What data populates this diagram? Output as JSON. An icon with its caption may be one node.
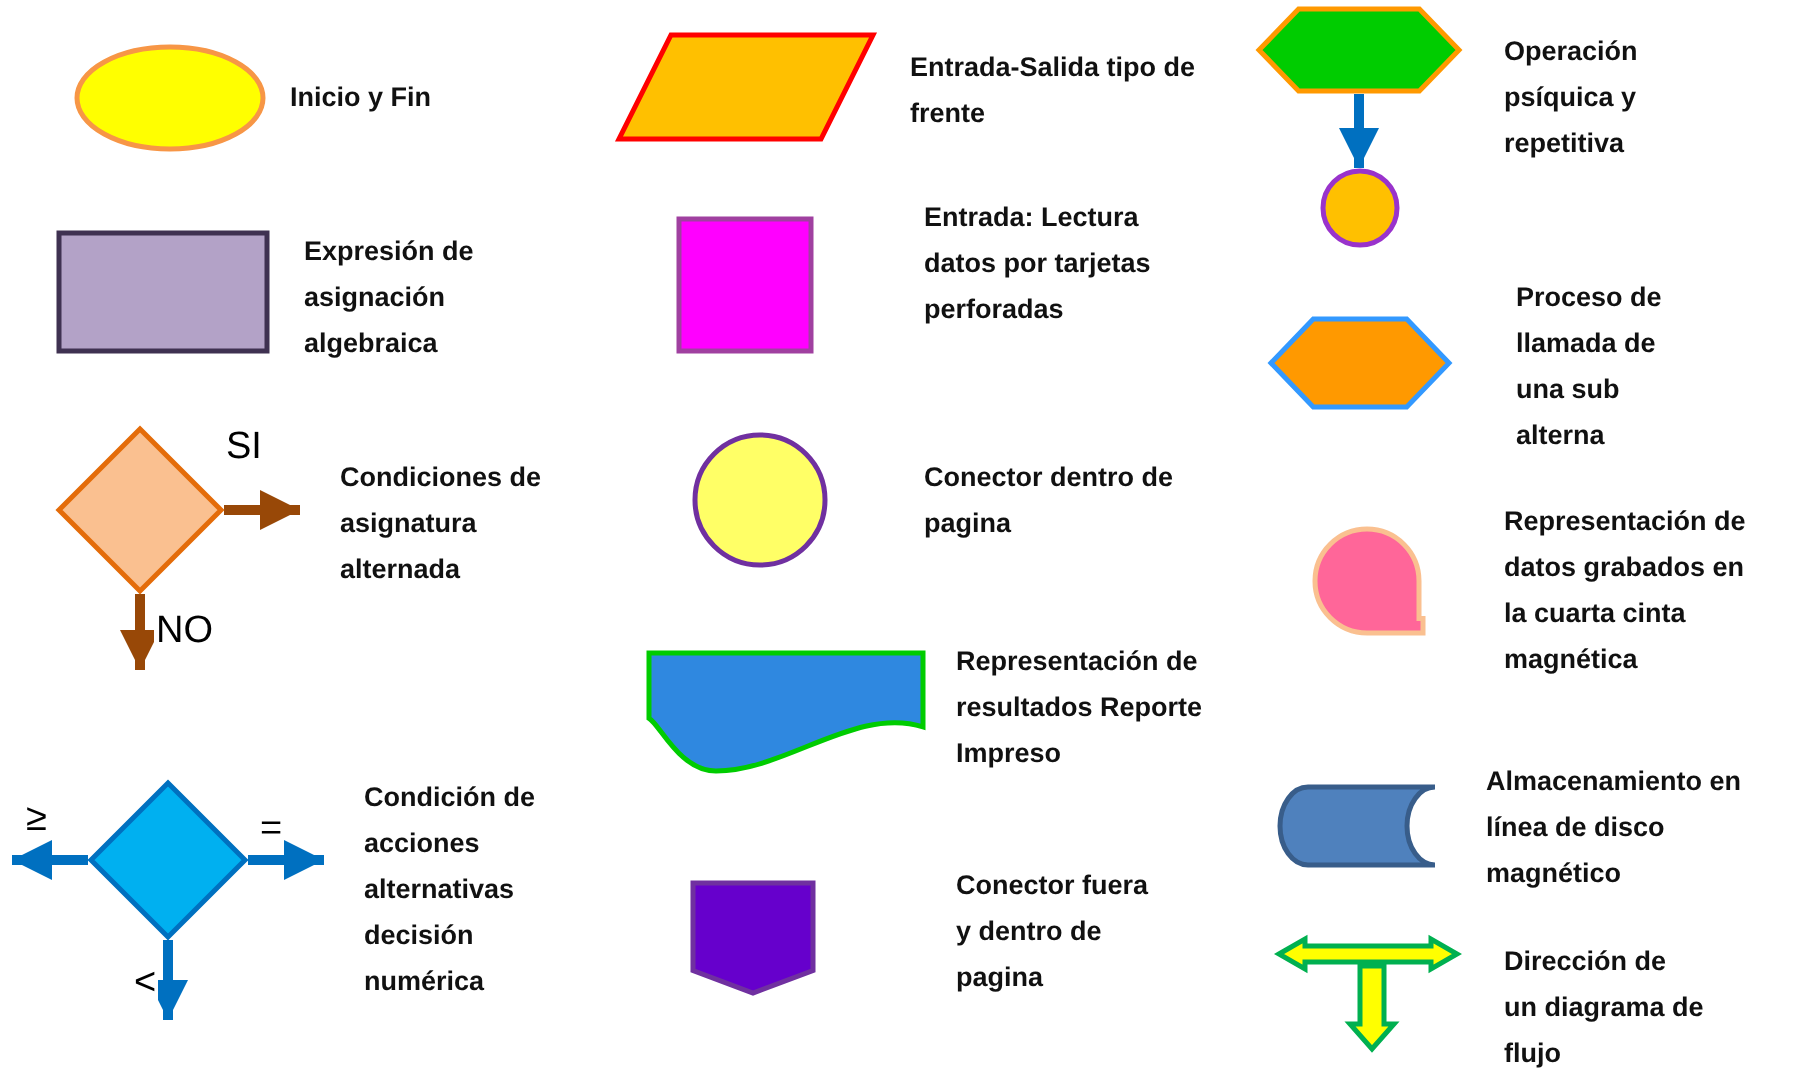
{
  "diagram": {
    "nodes": [
      {
        "text": [],
        "shape": "ellipse"
      },
      {
        "text": [],
        "shape": "box"
      },
      {
        "text": [],
        "shape": "diamond"
      },
      {
        "text": [],
        "shape": "diamond"
      },
      {
        "text": [],
        "shape": "parallelogram"
      },
      {
        "text": [],
        "shape": "box"
      },
      {
        "text": [],
        "shape": "circle"
      },
      {
        "text": [],
        "shape": "document"
      },
      {
        "text": [],
        "shape": "pentagon"
      },
      {
        "text": [],
        "shape": "hexagon"
      },
      {
        "text": [],
        "shape": "circle"
      },
      {
        "text": [],
        "shape": "hexagon"
      },
      {
        "text": [],
        "shape": "tape"
      },
      {
        "text": [],
        "shape": "cylinder"
      },
      {
        "text": [],
        "shape": "arrow"
      }
    ],
    "edges": [
      {
        "from": 2,
        "to": null,
        "arrow": "to",
        "label": "SI",
        "color": "#984807"
      },
      {
        "from": 2,
        "to": null,
        "arrow": "to",
        "label": "NO",
        "color": "#984807"
      },
      {
        "from": 3,
        "to": null,
        "arrow": "to",
        "label": "≥"
      },
      {
        "from": 3,
        "to": null,
        "arrow": "to",
        "label": "="
      },
      {
        "from": 3,
        "to": null,
        "arrow": "to",
        "label": "<"
      },
      {
        "from": 9,
        "to": 10,
        "arrow": "to"
      }
    ],
    "labels": [
      "Inicio y Fin",
      "Expresión de asignación algebraica",
      "Condiciones de asignatura alternada",
      "Condición de acciones alternativas decisión numérica",
      "Entrada-Salida tipo de frente",
      "Entrada: Lectura datos por tarjetas perforadas",
      "Conector dentro de pagina",
      "Representación de resultados Reporte Impreso",
      "Conector fuera y dentro de pagina",
      "Operación psíquica y repetitiva",
      "Proceso de llamada de una sub alterna",
      "Representación de datos grabados en la cuarta cinta magnética",
      "Almacenamiento en línea de disco magnético",
      "Dirección de un diagrama de flujo"
    ]
  }
}
